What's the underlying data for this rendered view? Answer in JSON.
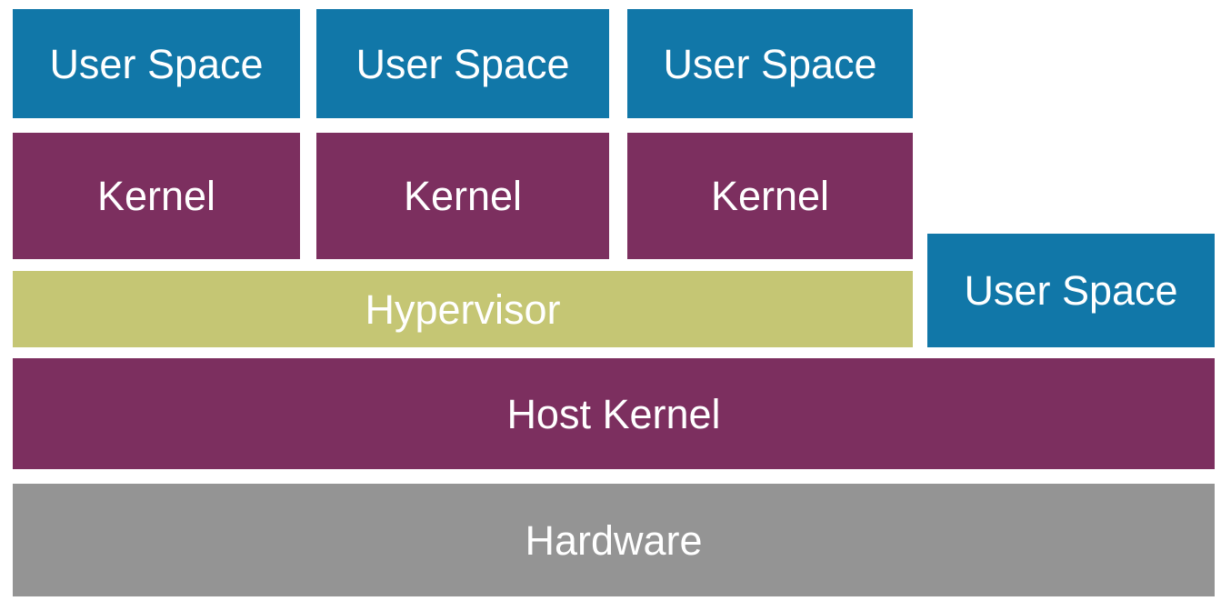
{
  "diagram": {
    "title": "virtualization-stack",
    "vms": [
      {
        "user_space_label": "User Space",
        "kernel_label": "Kernel"
      },
      {
        "user_space_label": "User Space",
        "kernel_label": "Kernel"
      },
      {
        "user_space_label": "User Space",
        "kernel_label": "Kernel"
      }
    ],
    "hypervisor_label": "Hypervisor",
    "host_user_space_label": "User Space",
    "host_kernel_label": "Host Kernel",
    "hardware_label": "Hardware"
  },
  "colors": {
    "user_space": "#1177a8",
    "kernel": "#7c2f5f",
    "hypervisor": "#c5c674",
    "hardware": "#949494",
    "label_text": "#ffffff",
    "background": "#ffffff"
  }
}
